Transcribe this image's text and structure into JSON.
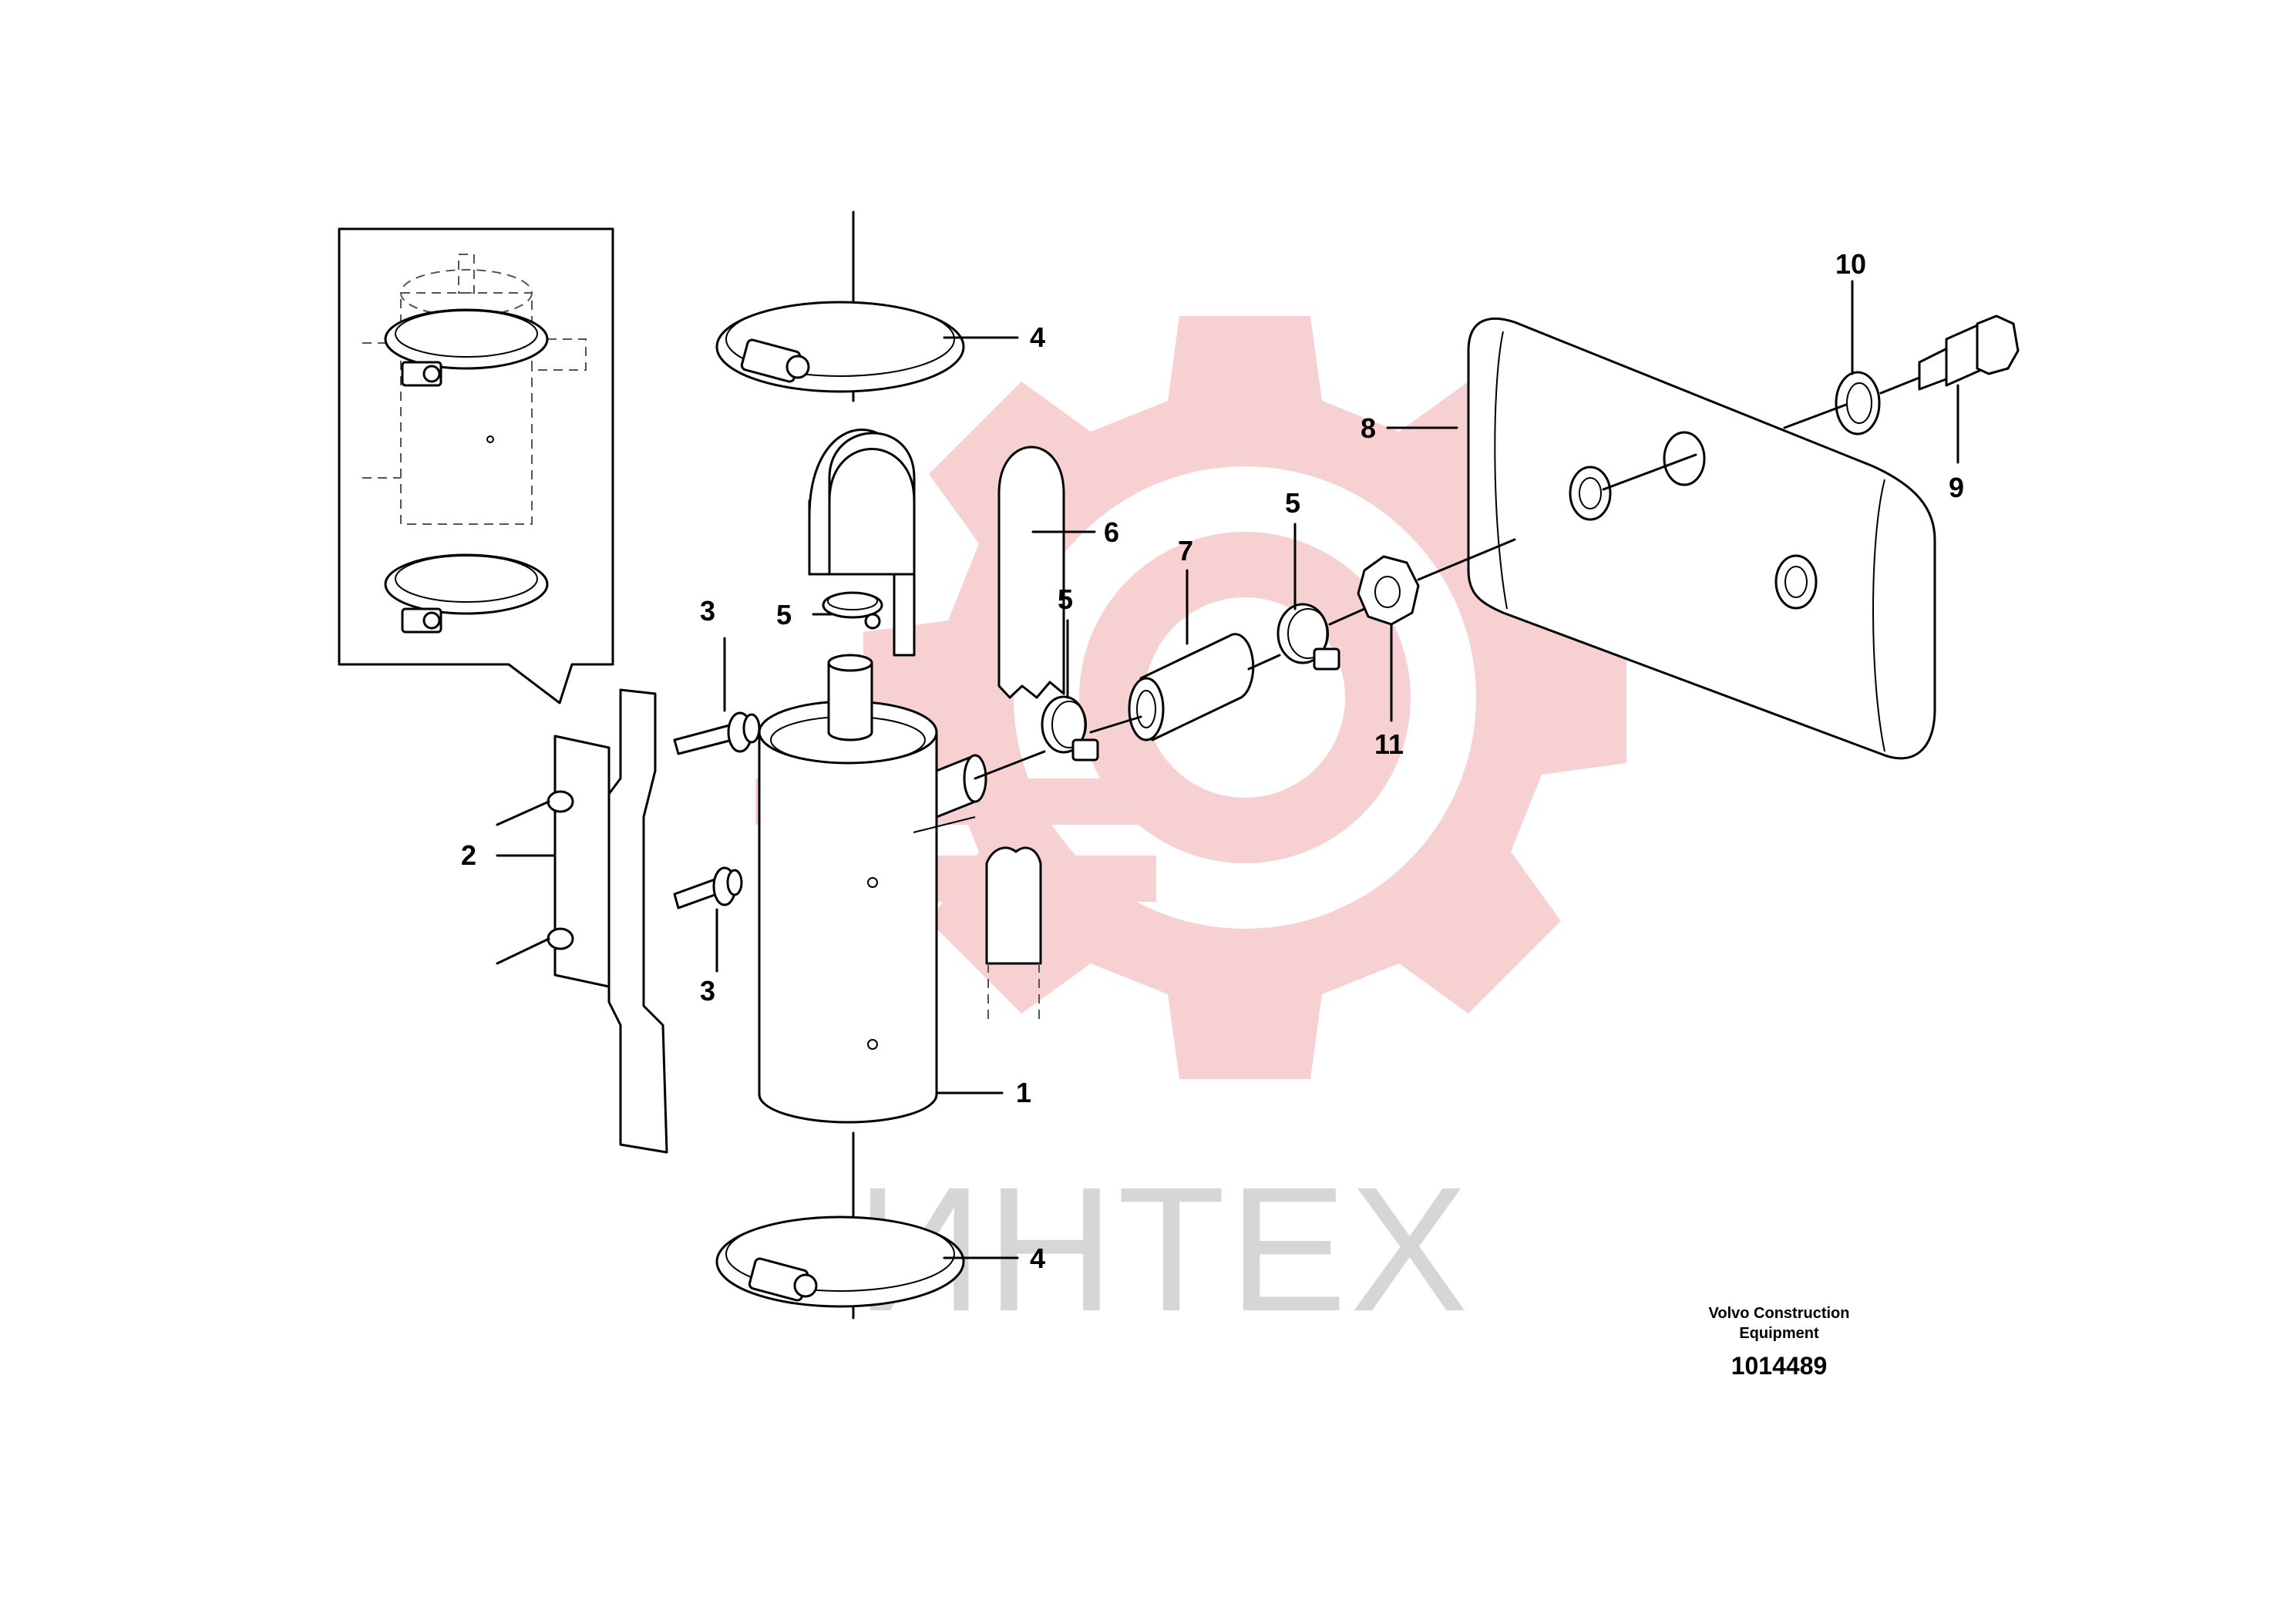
{
  "watermark": {
    "text": "ИНТЕХ",
    "gear_color": "#f6c9c9",
    "text_color": "#d6d6d6"
  },
  "callouts": [
    {
      "id": "c1",
      "text": "1"
    },
    {
      "id": "c2",
      "text": "2"
    },
    {
      "id": "c3a",
      "text": "3"
    },
    {
      "id": "c3b",
      "text": "3"
    },
    {
      "id": "c4a",
      "text": "4"
    },
    {
      "id": "c4b",
      "text": "4"
    },
    {
      "id": "c5a",
      "text": "5"
    },
    {
      "id": "c5b",
      "text": "5"
    },
    {
      "id": "c5c",
      "text": "5"
    },
    {
      "id": "c6",
      "text": "6"
    },
    {
      "id": "c7",
      "text": "7"
    },
    {
      "id": "c8",
      "text": "8"
    },
    {
      "id": "c9",
      "text": "9"
    },
    {
      "id": "c10",
      "text": "10"
    },
    {
      "id": "c11",
      "text": "11"
    }
  ],
  "caption": {
    "line1": "Volvo Construction",
    "line2": "Equipment",
    "number": "1014489"
  }
}
